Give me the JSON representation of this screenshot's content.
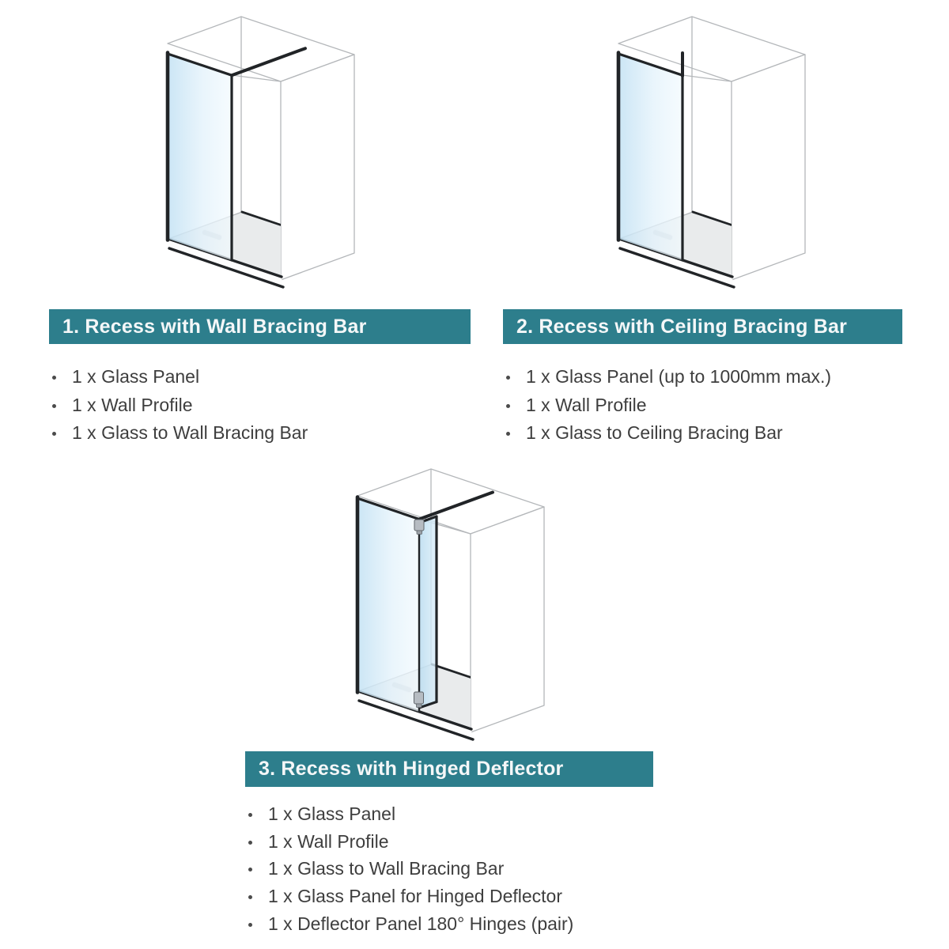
{
  "meta": {
    "background_color": "#ffffff",
    "accent_teal": "#2d7e8c",
    "glass_blue": "#c2e1f3",
    "line_dark": "#212427",
    "line_light": "#b4b7ba"
  },
  "sections": [
    {
      "number": "1",
      "title": "1. Recess with Wall Bracing Bar",
      "diagram": "recess-with-wall-bracing-bar",
      "items": [
        "1 x Glass Panel",
        "1 x Wall Profile",
        "1 x Glass to Wall Bracing Bar"
      ]
    },
    {
      "number": "2",
      "title": "2. Recess with Ceiling Bracing Bar",
      "diagram": "recess-with-ceiling-bracing-bar",
      "items": [
        "1 x Glass Panel (up to 1000mm max.)",
        "1 x Wall Profile",
        "1 x Glass to Ceiling Bracing Bar"
      ]
    },
    {
      "number": "3",
      "title": "3. Recess with Hinged Deflector",
      "diagram": "recess-with-hinged-deflector",
      "items": [
        "1 x Glass Panel",
        "1 x Wall Profile",
        "1 x Glass to Wall Bracing Bar",
        "1 x Glass Panel for Hinged Deflector",
        "1 x Deflector Panel 180° Hinges (pair)"
      ]
    }
  ]
}
